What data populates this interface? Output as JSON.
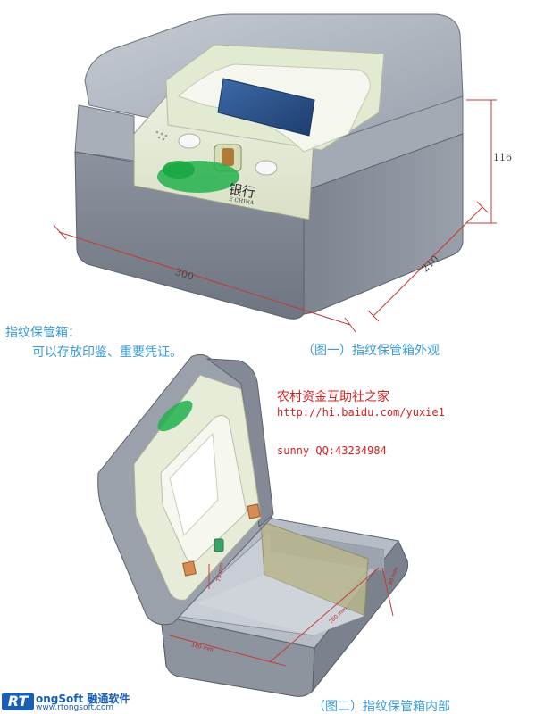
{
  "figure1": {
    "dim_width": "300",
    "dim_depth": "210",
    "dim_height": "116",
    "bank_text": "银行",
    "bank_sub": "E CHINA",
    "caption": "（图一）指纹保管箱外观"
  },
  "description": {
    "title": "指纹保管箱：",
    "body": "可以存放印鉴、重要凭证。"
  },
  "credits": {
    "org": "农村资金互助社之家",
    "url": "http://hi.baidu.com/yuxie1",
    "qq": "sunny QQ:43234984"
  },
  "figure2": {
    "caption": "（图二）指纹保管箱内部",
    "dim_hinge": "75 mm",
    "dim_a": "280 mm",
    "dim_b": "90 mm",
    "dim_c": "180 mm"
  },
  "watermark": {
    "logo_mark": "RT",
    "brand": "ongSoft 融通软件",
    "site": "www.rtongsoft.com"
  },
  "colors": {
    "accent_blue": "#3a9bd6",
    "accent_red": "#d61f1f",
    "box_gray": "#8f97a3",
    "panel_green": "#e6ecd6"
  }
}
